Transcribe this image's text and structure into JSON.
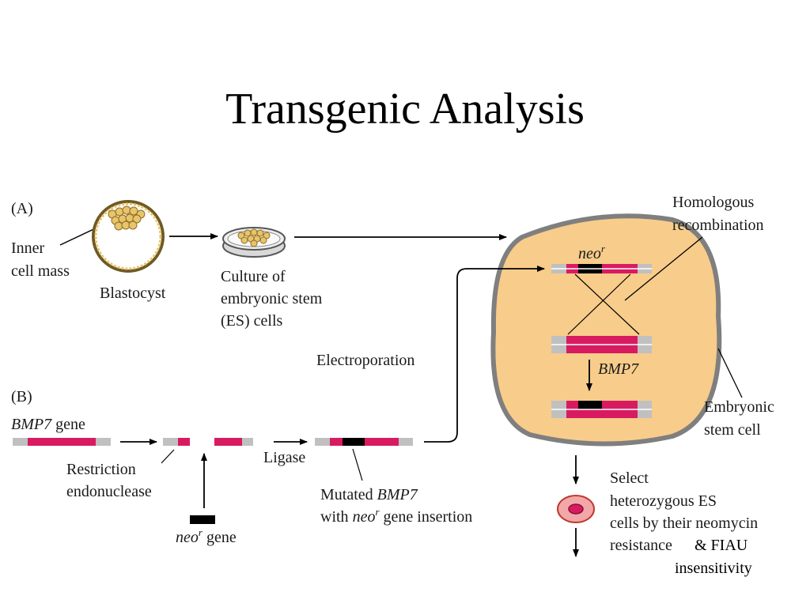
{
  "title": "Transgenic Analysis",
  "panel_a": {
    "label": "(A)",
    "inner_cell_mass": [
      "Inner",
      "cell mass"
    ],
    "blastocyst": "Blastocyst",
    "culture": [
      "Culture of",
      "embryonic stem",
      "(ES) cells"
    ]
  },
  "panel_b": {
    "label": "(B)",
    "gene_name": "BMP7",
    "gene_suffix": " gene",
    "restriction": [
      "Restriction",
      "endonuclease"
    ],
    "ligase": "Ligase",
    "neo": "neo",
    "neo_sup": "r",
    "neo_gene_suffix": " gene",
    "mutated_prefix": "Mutated ",
    "mutated_gene": "BMP7",
    "with_prefix": "with ",
    "with_suffix": " gene insertion"
  },
  "cell": {
    "homologous": [
      "Homologous",
      "recombination"
    ],
    "neo": "neo",
    "neo_sup": "r",
    "bmp7": "BMP7",
    "embryonic": [
      "Embryonic",
      "stem cell"
    ]
  },
  "electroporation": "Electroporation",
  "select": {
    "lines": [
      "Select",
      "heterozygous ES",
      "cells by their neomycin",
      "resistance"
    ],
    "added": [
      "& FIAU",
      "insensitivity"
    ]
  },
  "colors": {
    "gene": "#d81b60",
    "linker": "#b3b3b3",
    "neo": "#000000",
    "cell_fill": "#f8cc8a",
    "cell_border": "#7f7f7f",
    "bead": "#e8c46a"
  }
}
